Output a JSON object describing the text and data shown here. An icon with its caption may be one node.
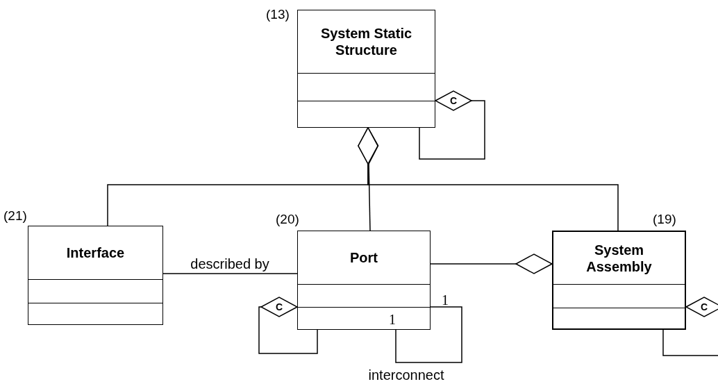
{
  "diagram": {
    "nodes": [
      {
        "text": [
          "System Static Structure"
        ],
        "beside": [
          "(13)"
        ]
      },
      {
        "text": [
          "Interface"
        ],
        "beside": [
          "(21)"
        ]
      },
      {
        "text": [
          "Port"
        ],
        "beside": [
          "(20)"
        ]
      },
      {
        "text": [
          "System Assembly"
        ],
        "beside": [
          "(19)"
        ]
      }
    ],
    "edges": [
      {
        "from": 0,
        "to": 1,
        "arrow": "other"
      },
      {
        "from": 0,
        "to": 2,
        "arrow": "other"
      },
      {
        "from": 0,
        "to": 3,
        "arrow": "other"
      },
      {
        "from": 0,
        "to": 0,
        "arrow": "other",
        "label": "C"
      },
      {
        "from": 1,
        "to": 2,
        "arrow": "none",
        "label": "described by"
      },
      {
        "from": 3,
        "to": 2,
        "arrow": "other"
      },
      {
        "from": 2,
        "to": 2,
        "arrow": "other",
        "label": "C"
      },
      {
        "from": 2,
        "to": 2,
        "arrow": "none",
        "label": "interconnect"
      },
      {
        "from": 3,
        "to": 3,
        "arrow": "other",
        "label": "C"
      }
    ],
    "labels": [
      "1",
      "1"
    ]
  }
}
